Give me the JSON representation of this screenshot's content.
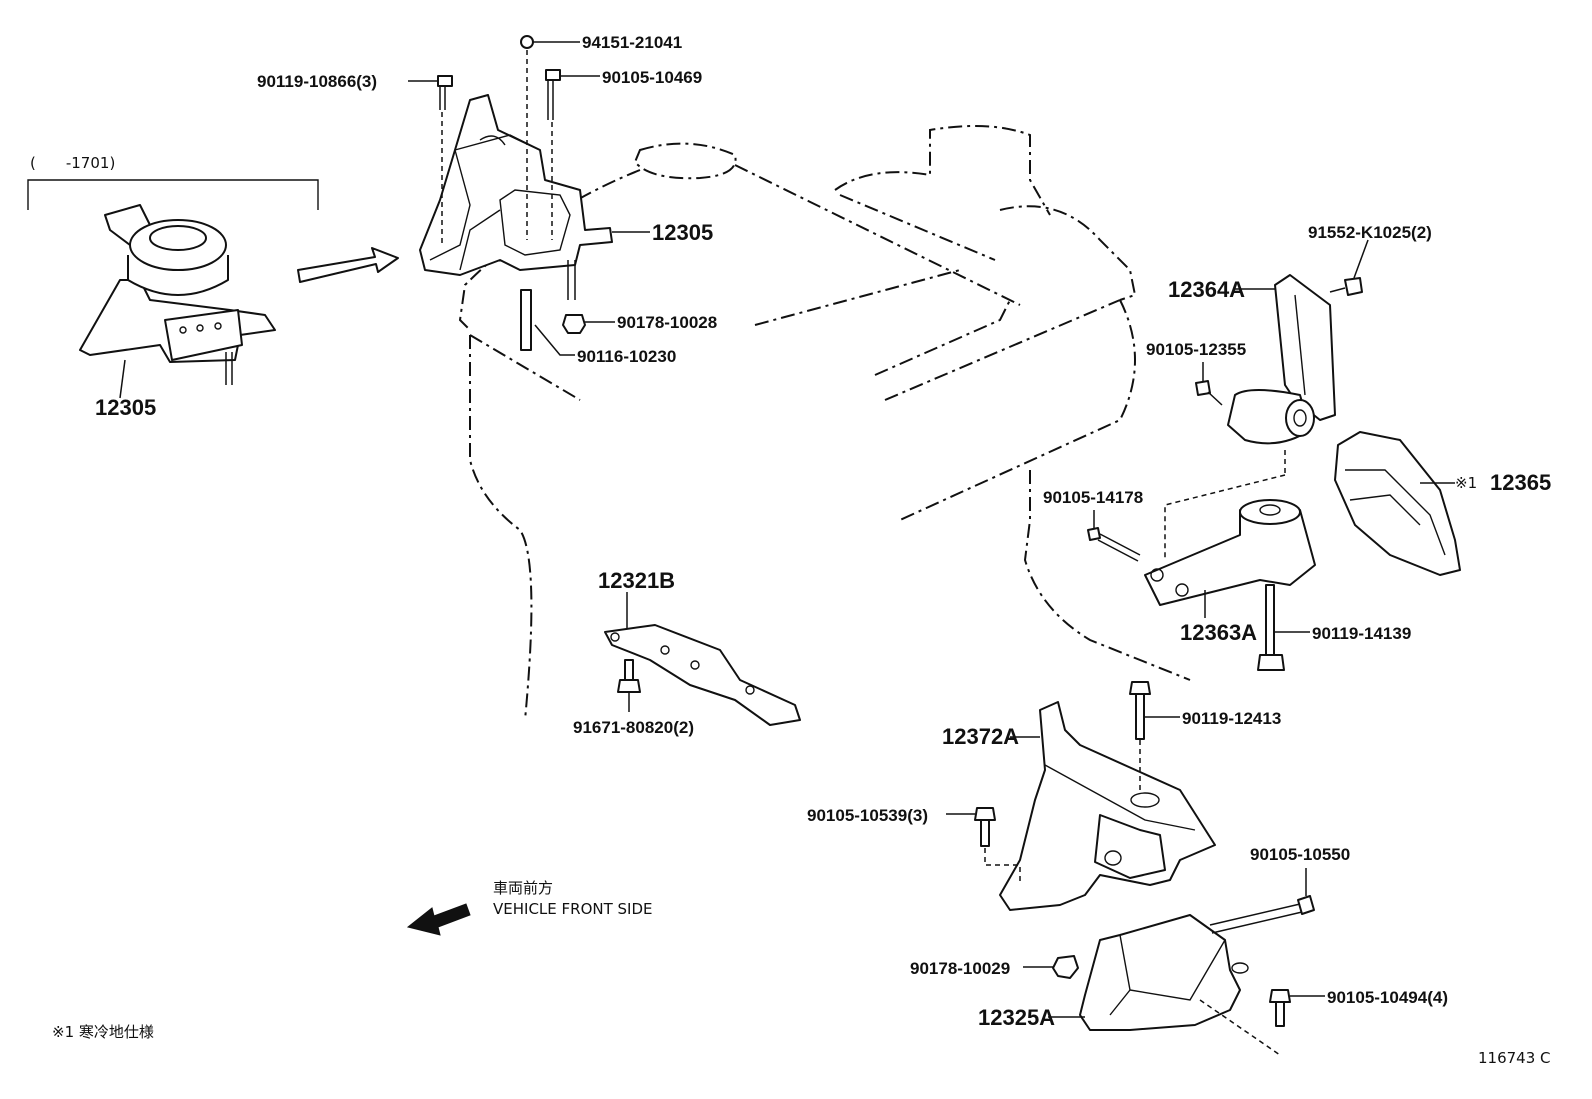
{
  "labels": {
    "bracket_range": "(　　-1701)",
    "mount_left": "12305",
    "mount_top": "12305",
    "n94151": "94151-21041",
    "n90119_10866": "90119-10866(3)",
    "n90105_10469": "90105-10469",
    "n90178_10028": "90178-10028",
    "n90116_10230": "90116-10230",
    "n91552": "91552-K1025(2)",
    "p12364A": "12364A",
    "n90105_12355": "90105-12355",
    "p12365_mark": "※1",
    "p12365": "12365",
    "n90105_14178": "90105-14178",
    "p12363A": "12363A",
    "n90119_14139": "90119-14139",
    "p12321B": "12321B",
    "n91671": "91671-80820(2)",
    "n90119_12413": "90119-12413",
    "p12372A": "12372A",
    "n90105_10539": "90105-10539(3)",
    "n90105_10550": "90105-10550",
    "n90178_10029": "90178-10029",
    "p12325A": "12325A",
    "n90105_10494": "90105-10494(4)"
  },
  "direction": {
    "jp": "車両前方",
    "en": "VEHICLE FRONT SIDE"
  },
  "footnote": "※1 寒冷地仕様",
  "figure_id": "116743 C"
}
